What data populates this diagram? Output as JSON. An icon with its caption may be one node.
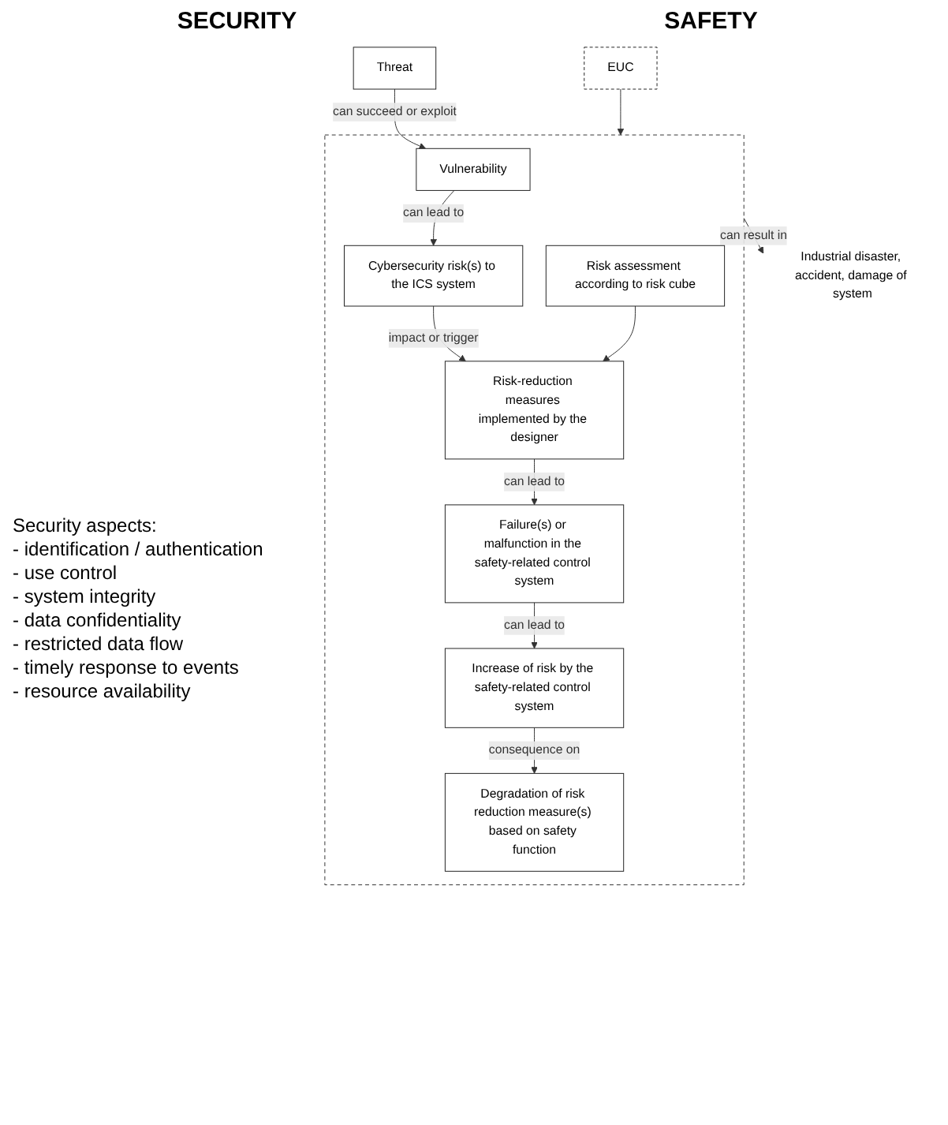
{
  "diagram": {
    "nodes": [
      {
        "text": [
          "EUC"
        ]
      },
      {
        "text": [
          "Threat"
        ]
      },
      {
        "text": [],
        "shape": "box"
      },
      {
        "text": [
          "Vulnerability"
        ],
        "in": 2
      },
      {
        "text": [
          "Cybersecurity risk(s) to the ICS system"
        ],
        "in": 2
      },
      {
        "text": [
          "Risk assessment according to risk cube"
        ],
        "in": 2
      },
      {
        "text": [
          "Risk-reduction measures implemented by the designer"
        ],
        "in": 2
      },
      {
        "text": [
          "Failure(s) or malfunction in the safety-related control system"
        ],
        "in": 2
      },
      {
        "text": [
          "Increase of risk by the safety-related control system"
        ],
        "in": 2
      },
      {
        "text": [
          "Degradation of risk reduction measure(s) based on safety function"
        ],
        "in": 2
      },
      {
        "text": [
          "Industrial disaster, accident, damage of system"
        ]
      }
    ],
    "edges": [
      {
        "from": 0,
        "to": 2,
        "arrow": "to"
      },
      {
        "from": 1,
        "to": 3,
        "arrow": "to",
        "label": "can succeed or exploit"
      },
      {
        "from": 3,
        "to": 4,
        "arrow": "to",
        "label": "can lead to"
      },
      {
        "from": 4,
        "to": 6,
        "arrow": "to",
        "label": "impact or trigger"
      },
      {
        "from": 5,
        "to": 6,
        "arrow": "to"
      },
      {
        "from": 6,
        "to": 7,
        "arrow": "to",
        "label": "can lead to"
      },
      {
        "from": 7,
        "to": 8,
        "arrow": "to",
        "label": "can lead to"
      },
      {
        "from": 8,
        "to": 9,
        "arrow": "to",
        "label": "consequence on"
      },
      {
        "from": 2,
        "to": 10,
        "arrow": "to",
        "label": "can result in"
      }
    ],
    "labels": [
      "SECURITY",
      "SAFETY",
      "Security aspects:",
      "- identification / authentication",
      "- use control",
      "- system integrity",
      "- data confidentiality",
      "- restricted data flow",
      "- timely response to events",
      "- resource availability"
    ]
  }
}
